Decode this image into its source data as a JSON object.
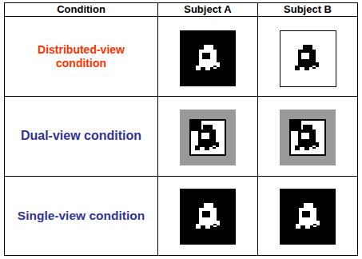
{
  "diagram": {
    "labels": [
      "Condition",
      "Subject A",
      "Subject B",
      "Distributed-view condition",
      "Dual-view condition",
      "Single-view condition"
    ]
  }
}
